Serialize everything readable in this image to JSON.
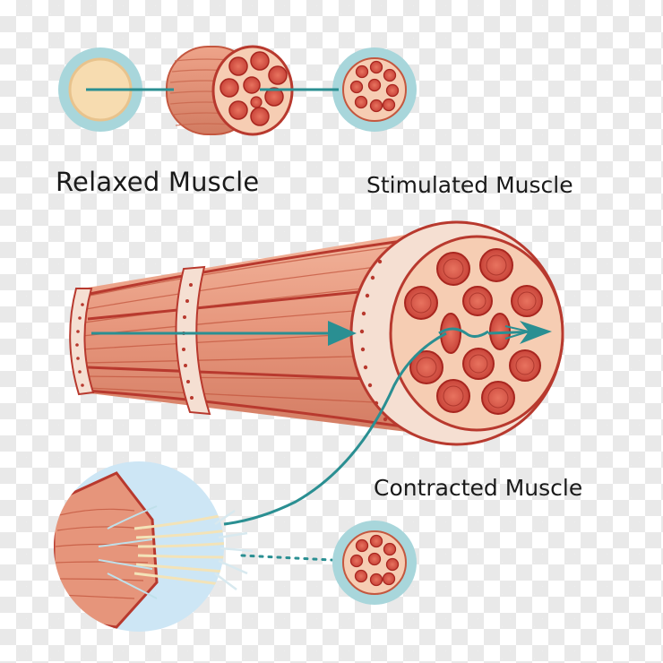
{
  "labels": {
    "relaxed": "Relaxed Muscle",
    "stimulated": "Stimulated Muscle",
    "contracted": "Contracted Muscle"
  },
  "colors": {
    "muscle_fill": "#e89a80",
    "muscle_stripe": "#c4573f",
    "muscle_dark": "#b8392e",
    "section_fill": "#f6cdb3",
    "fascicle_fill": "#d95a48",
    "fascicle_ring": "#a8261f",
    "sheath_ring": "#a8d6db",
    "teal_line": "#2a8f92",
    "tendon_fiber": "#f3e3b8",
    "inset_bg": "#cde6f5"
  }
}
